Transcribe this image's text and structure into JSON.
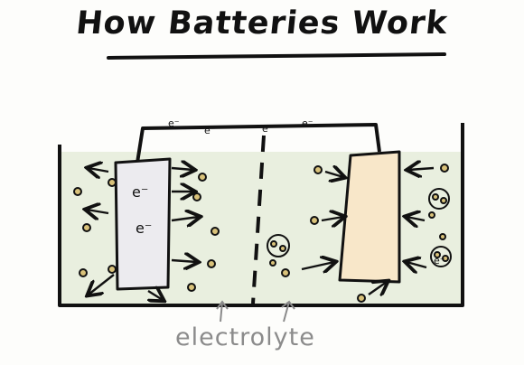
{
  "title": "How Batteries Work",
  "labels": {
    "electrolyte": "electrolyte",
    "electron": "e"
  },
  "colors": {
    "electrolyte_fill": "#e9efdf",
    "anode_fill": "#ecebef",
    "cathode_fill": "#f8e7c9",
    "ink": "#111111",
    "label_gray": "#8b8b8b",
    "ion_fill": "#d9c27a"
  }
}
